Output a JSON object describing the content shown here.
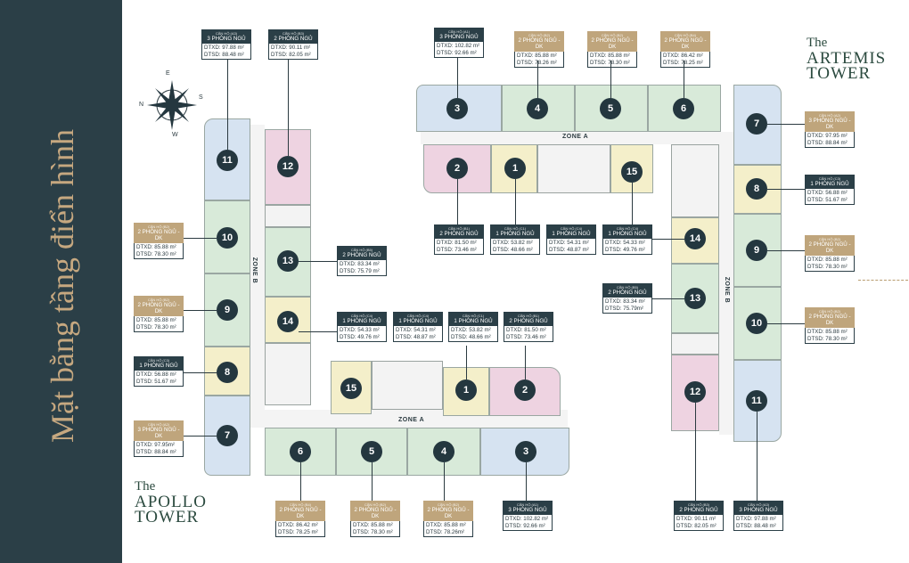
{
  "sidebar_title": "Mặt bằng tầng điển hình",
  "artemis": {
    "the": "The",
    "name": "ARTEMIS",
    "tower": "TOWER"
  },
  "apollo": {
    "the": "The",
    "name": "APOLLO",
    "tower": "TOWER"
  },
  "compass": {
    "n": "N",
    "e": "E",
    "s": "S",
    "w": "W"
  },
  "zones": {
    "a": "ZONE A",
    "b": "ZONE B"
  },
  "units": {
    "u1": "1",
    "u2": "2",
    "u3": "3",
    "u4": "4",
    "u5": "5",
    "u6": "6",
    "u7": "7",
    "u8": "8",
    "u9": "9",
    "u10": "10",
    "u11": "11",
    "u12": "12",
    "u13": "13",
    "u14": "14",
    "u15": "15"
  },
  "cards": {
    "ap11": {
      "code": "CĂN HỘ (A3)",
      "type": "3 PHÒNG NGỦ",
      "a": "DTXD: 97.88 m²",
      "b": "DTSD: 88.48 m²"
    },
    "ap12": {
      "code": "CĂN HỘ (B3)",
      "type": "2 PHÒNG NGỦ",
      "a": "DTXD: 90.11 m²",
      "b": "DTSD: 82.05 m²"
    },
    "ap10": {
      "code": "CĂN HỘ (B2)",
      "type": "2 PHÒNG NGỦ - DK",
      "a": "DTXD: 85.88 m²",
      "b": "DTSD: 78.30 m²"
    },
    "ap13": {
      "code": "CĂN HỘ (B5)",
      "type": "2 PHÒNG NGỦ",
      "a": "DTXD: 83.34 m²",
      "b": "DTSD: 75.79 m²"
    },
    "ap9": {
      "code": "CĂN HỘ (B2)",
      "type": "2 PHÒNG NGỦ - DK",
      "a": "DTXD: 85.88 m²",
      "b": "DTSD: 78.30 m²"
    },
    "ap14": {
      "code": "CĂN HỘ (C4)",
      "type": "1 PHÒNG NGỦ",
      "a": "DTXD: 54.33 m²",
      "b": "DTSD: 49.76 m²"
    },
    "ap15": {
      "code": "CĂN HỘ (C4)",
      "type": "1 PHÒNG NGỦ",
      "a": "DTXD: 54.31 m²",
      "b": "DTSD: 48.87 m²"
    },
    "ap1": {
      "code": "CĂN HỘ (C1)",
      "type": "1 PHÒNG NGỦ",
      "a": "DTXD: 53.82 m²",
      "b": "DTSD: 48.66 m²"
    },
    "ap2": {
      "code": "CĂN HỘ (B1)",
      "type": "2 PHÒNG NGỦ",
      "a": "DTXD: 81.50 m²",
      "b": "DTSD: 73.46 m²"
    },
    "ap8": {
      "code": "CĂN HỘ (C3)",
      "type": "1 PHÒNG NGỦ",
      "a": "DTXD: 56.88 m²",
      "b": "DTSD: 51.67 m²"
    },
    "ap7": {
      "code": "CĂN HỘ (A2)",
      "type": "3 PHÒNG NGỦ - DK",
      "a": "DTXD: 97.95m²",
      "b": "DTSD: 88.84 m²"
    },
    "ap6": {
      "code": "CĂN HỘ (B4)",
      "type": "2 PHÒNG NGỦ - DK",
      "a": "DTXD: 86.42 m²",
      "b": "DTSD: 78.25 m²"
    },
    "ap5": {
      "code": "CĂN HỘ (B2)",
      "type": "2 PHÒNG NGỦ - DK",
      "a": "DTXD: 85.88 m²",
      "b": "DTSD: 78.30 m²"
    },
    "ap4": {
      "code": "CĂN HỘ (B2)",
      "type": "2 PHÒNG NGỦ - DK",
      "a": "DTXD: 85.88 m²",
      "b": "DTSD: 78.26m²"
    },
    "ap3": {
      "code": "CĂN HỘ (A1)",
      "type": "3 PHÒNG NGỦ",
      "a": "DTXD: 102.82 m²",
      "b": "DTSD: 92.66 m²"
    },
    "ar3": {
      "code": "CĂN HỘ (A1)",
      "type": "3 PHÒNG NGỦ",
      "a": "DTXD: 102.82 m²",
      "b": "DTSD: 92.66 m²"
    },
    "ar4": {
      "code": "CĂN HỘ (B2)",
      "type": "2 PHÒNG NGỦ - DK",
      "a": "DTXD: 85.88 m²",
      "b": "DTSD: 78.26 m²"
    },
    "ar5": {
      "code": "CĂN HỘ (B2)",
      "type": "2 PHÒNG NGỦ - DK",
      "a": "DTXD: 85.88 m²",
      "b": "DTSD: 78.30 m²"
    },
    "ar6": {
      "code": "CĂN HỘ (B4)",
      "type": "2 PHÒNG NGỦ - DK",
      "a": "DTXD: 86.42 m²",
      "b": "DTSD: 78.25 m²"
    },
    "ar7": {
      "code": "CĂN HỘ (A2)",
      "type": "3 PHÒNG NGỦ - DK",
      "a": "DTXD: 97.95 m²",
      "b": "DTSD: 88.84 m²"
    },
    "ar8": {
      "code": "CĂN HỘ (C3)",
      "type": "1 PHÒNG NGỦ",
      "a": "DTXD: 56.88 m²",
      "b": "DTSD: 51.67 m²"
    },
    "ar9": {
      "code": "CĂN HỘ (B2)",
      "type": "2 PHÒNG NGỦ - DK",
      "a": "DTXD: 85.88 m²",
      "b": "DTSD: 78.30 m²"
    },
    "ar10": {
      "code": "CĂN HỘ (B2)",
      "type": "2 PHÒNG NGỦ - DK",
      "a": "DTXD: 85.88 m²",
      "b": "DTSD: 78.30 m²"
    },
    "ar2": {
      "code": "CĂN HỘ (B1)",
      "type": "2 PHÒNG NGỦ",
      "a": "DTXD: 81.50 m²",
      "b": "DTSD: 73.46 m²"
    },
    "ar1": {
      "code": "CĂN HỘ (C1)",
      "type": "1 PHÒNG NGỦ",
      "a": "DTXD: 53.82 m²",
      "b": "DTSD: 48.66 m²"
    },
    "ar15": {
      "code": "CĂN HỘ (C4)",
      "type": "1 PHÒNG NGỦ",
      "a": "DTXD: 54.31 m²",
      "b": "DTSD: 48.87 m²"
    },
    "ar14": {
      "code": "CĂN HỘ (C4)",
      "type": "1 PHÒNG NGỦ",
      "a": "DTXD: 54.33 m²",
      "b": "DTSD: 49.76 m²"
    },
    "ar13": {
      "code": "CĂN HỘ (B5)",
      "type": "2 PHÒNG NGỦ",
      "a": "DTXD: 83.34 m²",
      "b": "DTSD: 75.79m²"
    },
    "ar12": {
      "code": "CĂN HỘ (B3)",
      "type": "2 PHÒNG NGỦ",
      "a": "DTXD: 90.11 m²",
      "b": "DTSD: 82.05 m²"
    },
    "ar11": {
      "code": "CĂN HỘ (A3)",
      "type": "3 PHÒNG NGỦ",
      "a": "DTXD: 97.88 m²",
      "b": "DTSD: 88.48 m²"
    }
  }
}
